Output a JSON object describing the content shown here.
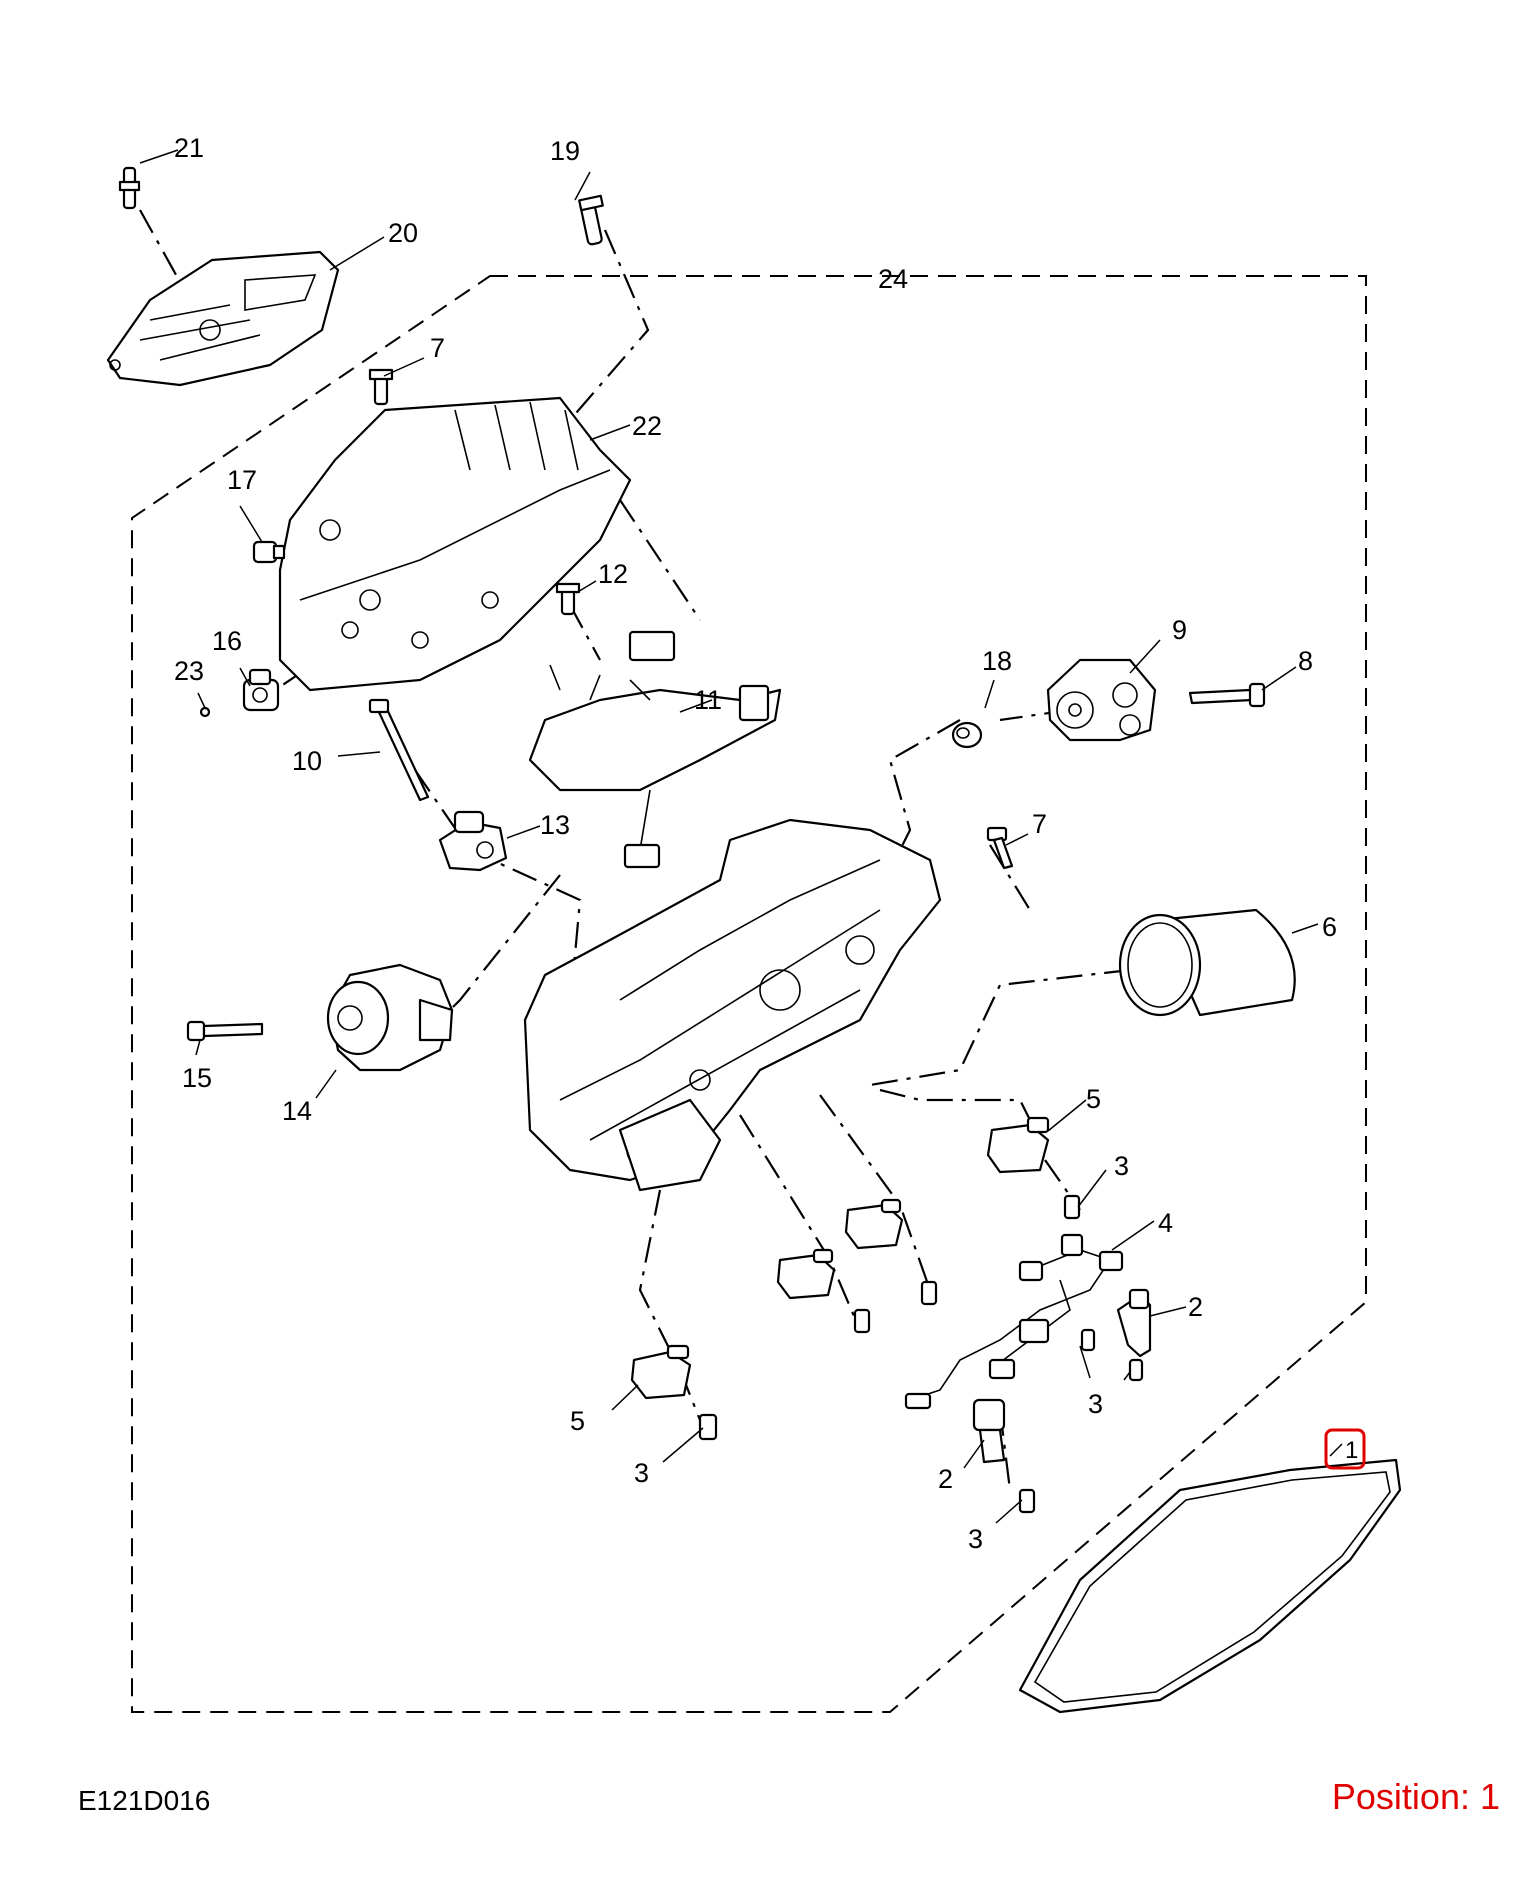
{
  "drawing": {
    "code": "E121D016",
    "position_label": "Position: 1",
    "highlight_color": "#e00000",
    "labels": [
      "21",
      "19",
      "20",
      "24",
      "7",
      "22",
      "17",
      "12",
      "16",
      "23",
      "9",
      "18",
      "8",
      "11",
      "10",
      "13",
      "7",
      "6",
      "15",
      "14",
      "5",
      "3",
      "4",
      "2",
      "5",
      "3",
      "3",
      "2",
      "3",
      "1"
    ]
  }
}
